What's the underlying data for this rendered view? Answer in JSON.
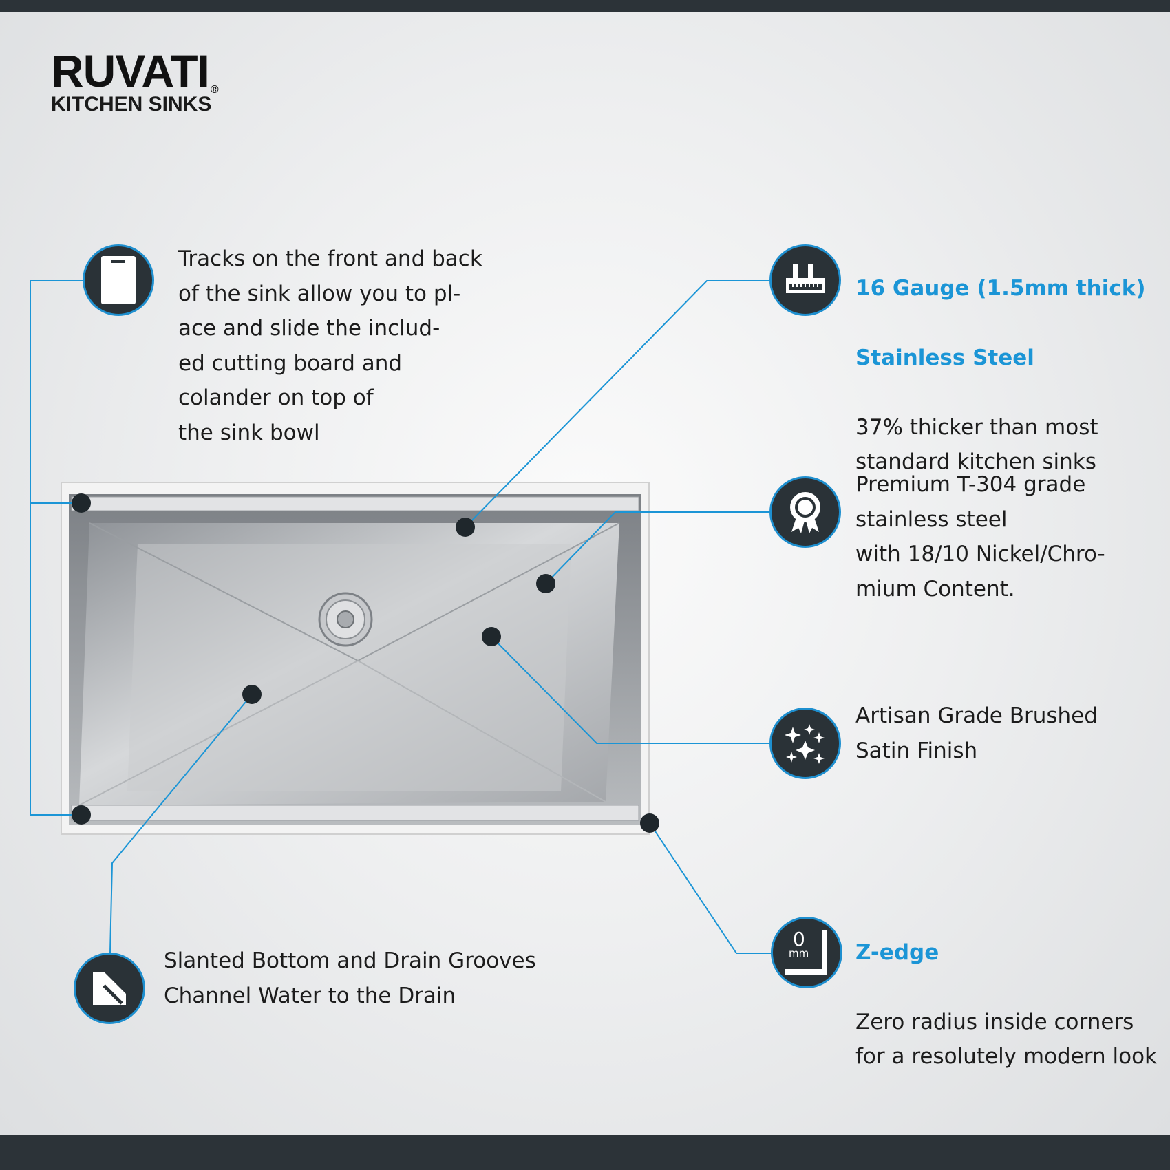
{
  "brand": {
    "name": "RUVATI",
    "registered": "®",
    "subtitle": "KITCHEN SINKS"
  },
  "colors": {
    "accent": "#1b95d6",
    "dark": "#2a3237",
    "bar": "#2c3338"
  },
  "features": {
    "tracks": {
      "icon": "cutting-board-icon",
      "text": "Tracks on the front and back\nof the sink allow you to pl-\nace and slide the includ-\ned cutting board and\ncolander on top of\nthe sink bowl"
    },
    "gauge": {
      "icon": "ruler-thickness-icon",
      "title_line1": "16 Gauge (1.5mm thick)",
      "title_line2": "Stainless Steel",
      "text": "37% thicker than most\nstandard kitchen sinks"
    },
    "steel": {
      "icon": "award-ribbon-icon",
      "text": "Premium T-304 grade\nstainless steel\nwith 18/10 Nickel/Chro-\nmium Content."
    },
    "finish": {
      "icon": "sparkles-icon",
      "text": "Artisan Grade Brushed\nSatin Finish"
    },
    "zedge": {
      "icon": "zero-radius-corner-icon",
      "title": "Z-edge",
      "icon_value": "0",
      "icon_unit": "mm",
      "text": "Zero radius inside corners\nfor a resolutely modern look"
    },
    "slanted": {
      "icon": "slanted-bottom-icon",
      "text": "Slanted Bottom and Drain Grooves\nChannel Water to the Drain"
    }
  }
}
